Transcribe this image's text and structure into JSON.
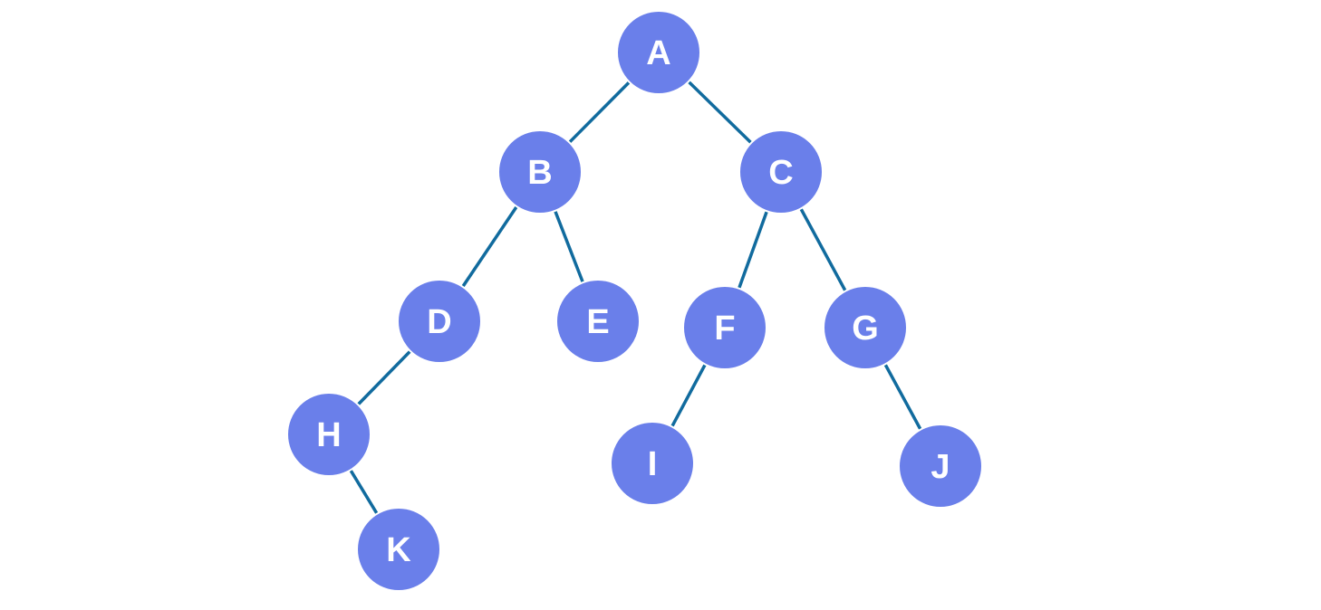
{
  "colors": {
    "node_fill": "#6a7fea",
    "edge": "#116b9e",
    "label": "#ffffff"
  },
  "tree": {
    "nodes": [
      {
        "id": "A",
        "label": "A"
      },
      {
        "id": "B",
        "label": "B"
      },
      {
        "id": "C",
        "label": "C"
      },
      {
        "id": "D",
        "label": "D"
      },
      {
        "id": "E",
        "label": "E"
      },
      {
        "id": "F",
        "label": "F"
      },
      {
        "id": "G",
        "label": "G"
      },
      {
        "id": "H",
        "label": "H"
      },
      {
        "id": "I",
        "label": "I"
      },
      {
        "id": "J",
        "label": "J"
      },
      {
        "id": "K",
        "label": "K"
      }
    ],
    "edges": [
      {
        "from": "A",
        "to": "B"
      },
      {
        "from": "A",
        "to": "C"
      },
      {
        "from": "B",
        "to": "D"
      },
      {
        "from": "B",
        "to": "E"
      },
      {
        "from": "C",
        "to": "F"
      },
      {
        "from": "C",
        "to": "G"
      },
      {
        "from": "D",
        "to": "H"
      },
      {
        "from": "H",
        "to": "K"
      },
      {
        "from": "F",
        "to": "I"
      },
      {
        "from": "G",
        "to": "J"
      }
    ]
  }
}
